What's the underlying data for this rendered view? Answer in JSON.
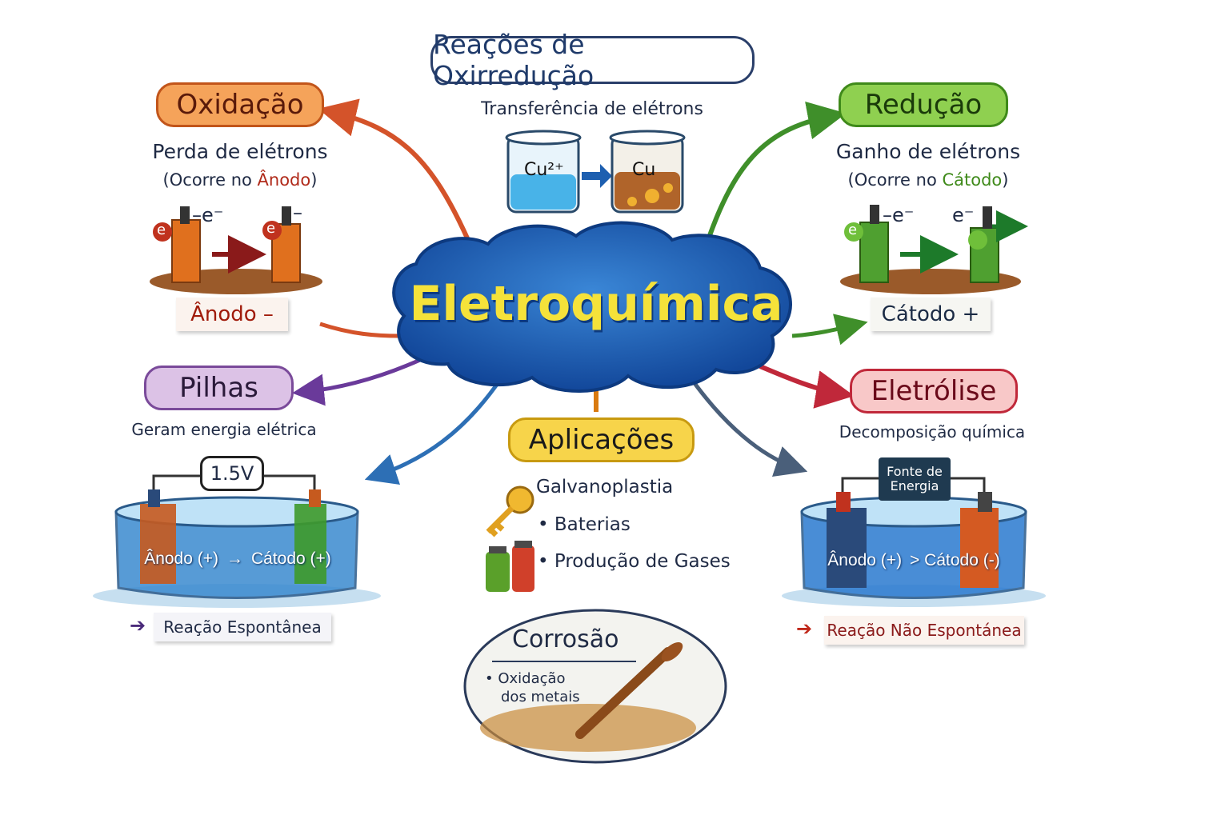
{
  "center": {
    "title": "Eletroquímica"
  },
  "redox": {
    "title": "Reações de Oxirredução",
    "subtitle": "Transferência de elétrons",
    "ion": "Cu²⁺",
    "metal": "Cu"
  },
  "oxidation": {
    "title": "Oxidação",
    "line1": "Perda de elétrons",
    "line2_prefix": "(Ocorre no ",
    "line2_highlight": "Ânodo",
    "line2_suffix": ")",
    "electron": "e",
    "electron_label": "–e⁻",
    "minus": "–",
    "electrode_label": "Ânodo –"
  },
  "reduction": {
    "title": "Redução",
    "line1": "Ganho de elétrons",
    "line2_prefix": "(Ocorre no ",
    "line2_highlight": "Cátodo",
    "line2_suffix": ")",
    "electron": "e",
    "electron_label": "–e⁻",
    "electron_label2": "e⁻",
    "electrode_label": "Cátodo +"
  },
  "cells": {
    "title": "Pilhas",
    "subtitle": "Geram energia elétrica",
    "voltage": "1.5V",
    "anode": "Ânodo (+)",
    "cathode": "Cátodo (+)",
    "footer": "Reação Espontânea"
  },
  "applications": {
    "title": "Aplicações",
    "items": [
      "Galvanoplastia",
      "• Baterias",
      "• Produção de Gases"
    ]
  },
  "electrolysis": {
    "title": "Eletrólise",
    "subtitle": "Decomposição química",
    "source": "Fonte de Energia",
    "anode": "Ânodo (+)",
    "cathode": "> Cátodo (-)",
    "footer": "Reação Não Espontánea"
  },
  "corrosion": {
    "title": "Corrosão",
    "line1": "• Oxidação",
    "line2": "dos metais"
  },
  "colors": {
    "oxidation": "#f08a3a",
    "reduction": "#6fbf3a",
    "cells": "#c9a6d8",
    "applications": "#f7d44a",
    "electrolysis": "#f4b3b3",
    "center": "#1d5fb0",
    "title_text": "#f5e23a"
  }
}
